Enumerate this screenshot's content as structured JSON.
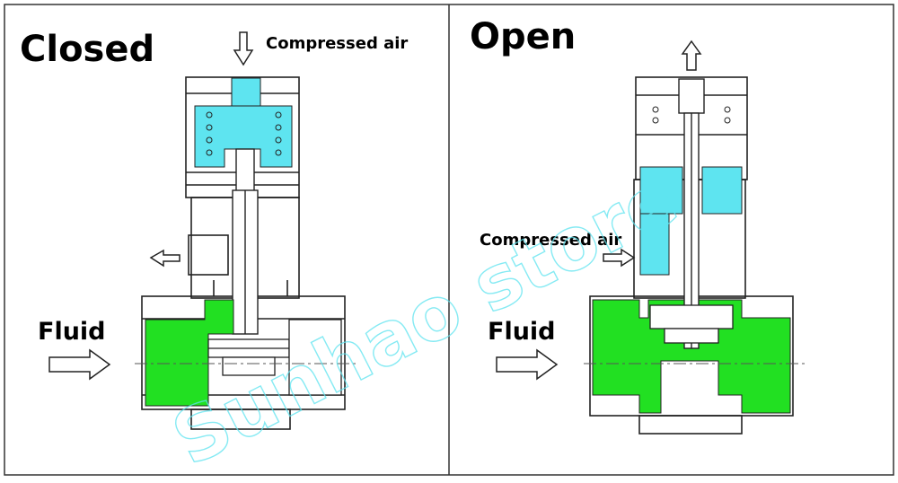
{
  "panels": [
    {
      "title": "Closed",
      "air_label": "Compressed air",
      "fluid_label": "Fluid"
    },
    {
      "title": "Open",
      "air_label": "Compressed air",
      "fluid_label": "Fluid"
    }
  ],
  "watermark": "Sunhao store",
  "colors": {
    "fluid": "#22e022",
    "air": "#5ee4f0",
    "outline": "#222222",
    "frame": "#333333",
    "background": "#ffffff"
  }
}
